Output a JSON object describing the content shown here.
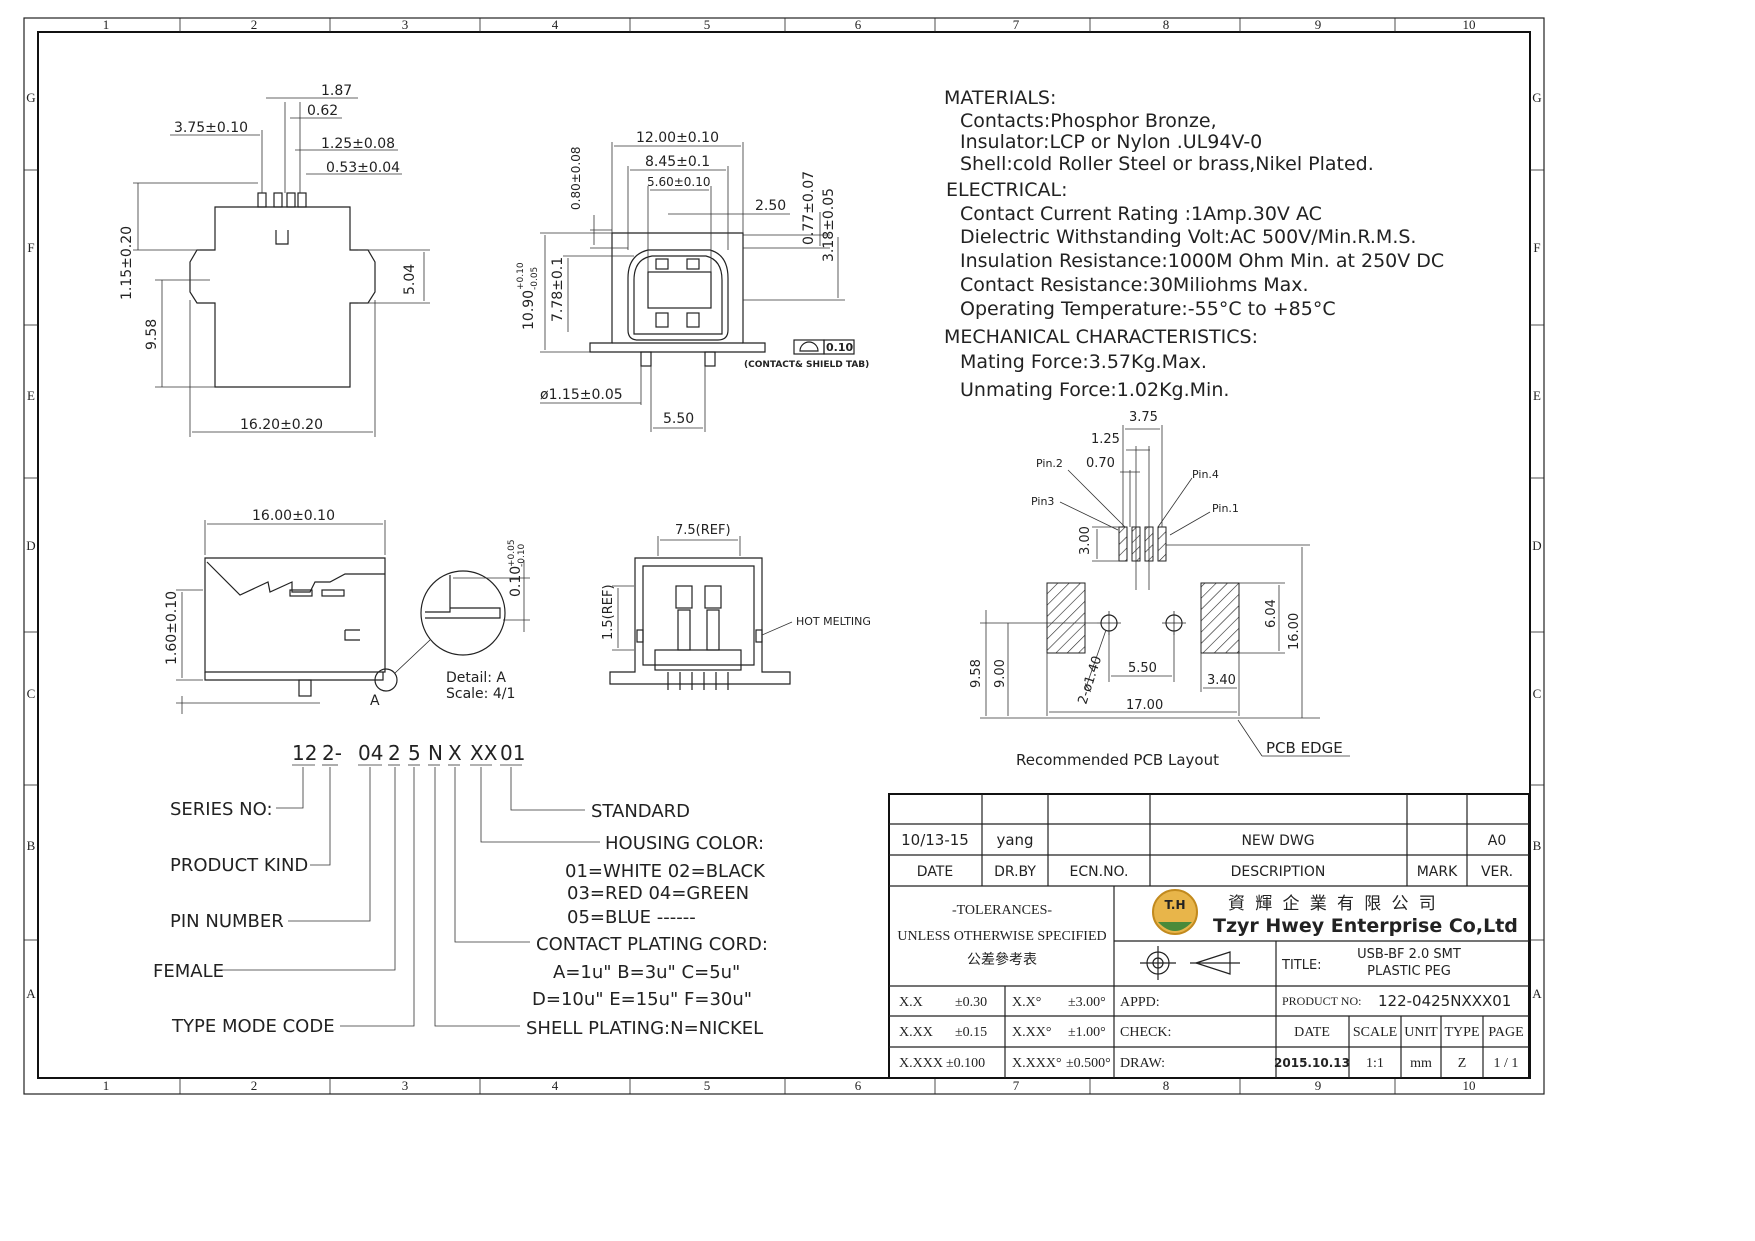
{
  "border": {
    "col_numbers": [
      "1",
      "2",
      "3",
      "4",
      "5",
      "6",
      "7",
      "8",
      "9",
      "10"
    ],
    "row_letters": [
      "G",
      "F",
      "E",
      "D",
      "C",
      "B",
      "A"
    ]
  },
  "top_view_dims": {
    "d1": "1.87",
    "d2": "0.62",
    "d3": "3.75±0.10",
    "d4": "1.25±0.08",
    "d5": "0.53±0.04",
    "d6": "1.15±0.20",
    "d7": "9.58",
    "d8": "5.04",
    "d9": "16.20±0.20"
  },
  "front_view_dims": {
    "d1": "12.00±0.10",
    "d2": "8.45±0.1",
    "d3": "5.60±0.10",
    "d4": "2.50",
    "d5": "0.80±0.08",
    "d6": "0.77±0.07",
    "d7": "3.18±0.05",
    "d8_main": "10.90",
    "d8_tol_up": "+0.10",
    "d8_tol_dn": "-0.05",
    "d9": "7.78±0.1",
    "d10": "ø1.15±0.05",
    "d11": "5.50",
    "flatness": "0.10",
    "flatness_note": "(CONTACT& SHIELD TAB)"
  },
  "side_view_dims": {
    "d1": "16.00±0.10",
    "d2": "1.60±0.10",
    "d3_main": "0.10",
    "d3_tol_up": "+0.05",
    "d3_tol_dn": "-0.10",
    "detail_marker": "A",
    "detail_label": "Detail: A",
    "detail_scale": "Scale: 4/1"
  },
  "rear_view_dims": {
    "d1": "7.5(REF)",
    "d2": "1.5(REF)",
    "hot_melting": "HOT MELTING"
  },
  "materials": {
    "heading": "MATERIALS:",
    "lines": [
      "Contacts:Phosphor Bronze,",
      "Insulator:LCP or Nylon .UL94V-0",
      "Shell:cold Roller Steel or brass,Nikel Plated."
    ]
  },
  "electrical": {
    "heading": "ELECTRICAL:",
    "lines": [
      "Contact Current Rating :1Amp.30V AC",
      "Dielectric Withstanding Volt:AC 500V/Min.R.M.S.",
      "Insulation Resistance:1000M Ohm Min. at 250V DC",
      "Contact Resistance:30Miliohms Max.",
      "Operating Temperature:-55°C to +85°C"
    ]
  },
  "mechanical": {
    "heading": "MECHANICAL CHARACTERISTICS:",
    "lines": [
      "Mating Force:3.57Kg.Max.",
      "Unmating Force:1.02Kg.Min."
    ]
  },
  "pcb": {
    "d_375": "3.75",
    "d_125": "1.25",
    "d_070": "0.70",
    "pin2": "Pin.2",
    "pin3": "Pin3",
    "pin4": "Pin.4",
    "pin1": "Pin.1",
    "d_300": "3.00",
    "d_604": "6.04",
    "d_1600": "16.00",
    "d_958": "9.58",
    "d_900": "9.00",
    "d_hole": "2-ø1.40",
    "d_550": "5.50",
    "d_340": "3.40",
    "d_1700": "17.00",
    "layout_label": "Recommended PCB Layout",
    "edge_label": "PCB EDGE"
  },
  "part_code": {
    "segments": [
      "12",
      "2-",
      "04",
      "2",
      "5",
      "N",
      "X",
      "XX",
      "01"
    ],
    "series": "SERIES NO:",
    "product_kind": "PRODUCT KIND",
    "pin_number": "PIN NUMBER",
    "female": "FEMALE",
    "type_mode": "TYPE MODE CODE",
    "standard": "STANDARD",
    "housing_color": "HOUSING COLOR:",
    "color_lines": [
      "01=WHITE 02=BLACK",
      "03=RED  04=GREEN",
      "05=BLUE ------"
    ],
    "contact_plating": "CONTACT PLATING CORD:",
    "plating_lines": [
      "A=1u\"  B=3u\"  C=5u\"",
      "D=10u\" E=15u\" F=30u\""
    ],
    "shell_plating": "SHELL PLATING:N=NICKEL"
  },
  "title_block": {
    "rev_date": "10/13-15",
    "rev_by": "yang",
    "rev_desc": "NEW  DWG",
    "rev_ver": "A0",
    "h_date": "DATE",
    "h_drby": "DR.BY",
    "h_ecn": "ECN.NO.",
    "h_desc": "DESCRIPTION",
    "h_mark": "MARK",
    "h_ver": "VER.",
    "tol_title": "-TOLERANCES-",
    "tol_sub": "UNLESS OTHERWISE SPECIFIED",
    "tol_cn": "公差參考表",
    "logo_text": "T.H",
    "company_cn": "資 輝 企 業 有 限 公 司",
    "company_en": "Tzyr Hwey Enterprise Co,Ltd",
    "title_label": "TITLE:",
    "title_line1": "USB-BF 2.0 SMT",
    "title_line2": "PLASTIC PEG",
    "tol_rows": [
      {
        "a": "X.X",
        "b": "±0.30",
        "c": "X.X°",
        "d": "±3.00°"
      },
      {
        "a": "X.XX",
        "b": "±0.15",
        "c": "X.XX°",
        "d": "±1.00°"
      },
      {
        "a": "X.XXX",
        "b": "±0.100",
        "c": "X.XXX°",
        "d": "±0.500°"
      }
    ],
    "appd": "APPD:",
    "check": "CHECK:",
    "draw": "DRAW:",
    "product_no_label": "PRODUCT NO:",
    "product_no": "122-0425NXXX01",
    "h2_date": "DATE",
    "h2_scale": "SCALE",
    "h2_unit": "UNIT",
    "h2_type": "TYPE",
    "h2_page": "PAGE",
    "v_date": "2015.10.13",
    "v_scale": "1:1",
    "v_unit": "mm",
    "v_type": "Z",
    "v_page": "1 / 1"
  }
}
